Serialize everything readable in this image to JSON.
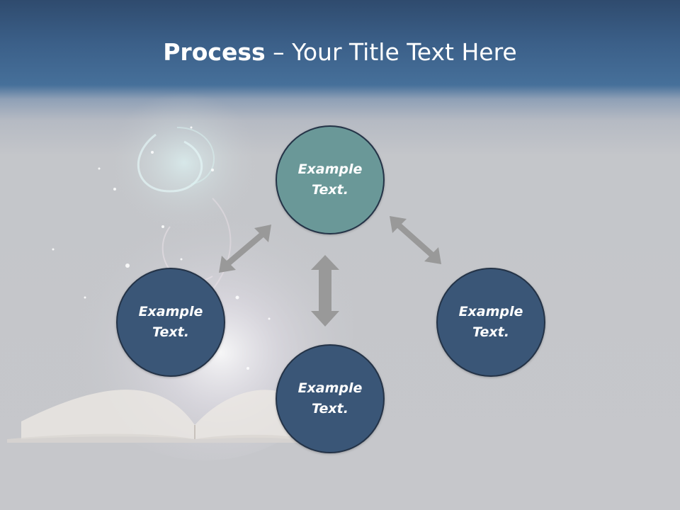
{
  "slide": {
    "title_bold": "Process",
    "title_rest": " – Your Title Text Here"
  },
  "nodes": {
    "top": "Example\nText.",
    "left": "Example\nText.",
    "right": "Example\nText.",
    "bottom": "Example\nText."
  },
  "colors": {
    "header": "#3b5f88",
    "background": "#c6c7cb",
    "node_accent": "#6a9898",
    "node_default": "#3a5677",
    "arrow": "#999999"
  }
}
